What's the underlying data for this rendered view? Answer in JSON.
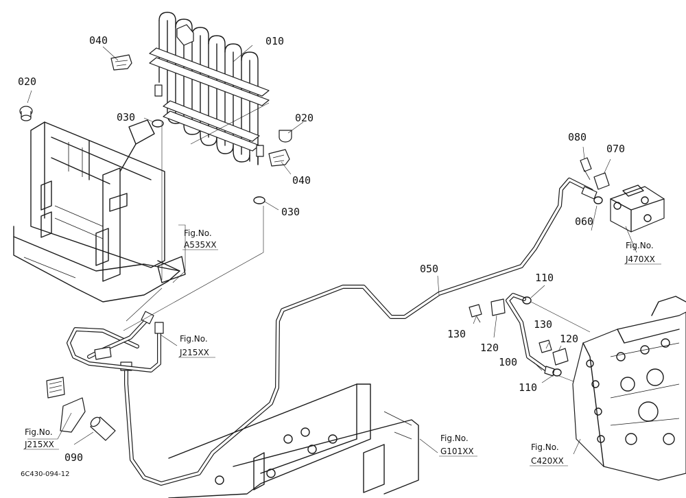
{
  "diagram": {
    "part_labels": {
      "p010": "010",
      "p020_left": "020",
      "p020_right": "020",
      "p030_upper": "030",
      "p030_lower": "030",
      "p040_upper": "040",
      "p040_lower": "040",
      "p050": "050",
      "p060": "060",
      "p070": "070",
      "p080": "080",
      "p090": "090",
      "p100": "100",
      "p110_upper": "110",
      "p110_lower": "110",
      "p120_left": "120",
      "p120_right": "120",
      "p130_left": "130",
      "p130_right": "130"
    },
    "figure_refs": {
      "a535": {
        "title": "Fig.No.",
        "code": "A535XX"
      },
      "j470": {
        "title": "Fig.No.",
        "code": "J470XX"
      },
      "j215_mid": {
        "title": "Fig.No.",
        "code": "J215XX"
      },
      "j215_left": {
        "title": "Fig.No.",
        "code": "J215XX"
      },
      "g101": {
        "title": "Fig.No.",
        "code": "G101XX"
      },
      "c420": {
        "title": "Fig.No.",
        "code": "C420XX"
      }
    },
    "drawing_code": "6C430-094-12"
  }
}
